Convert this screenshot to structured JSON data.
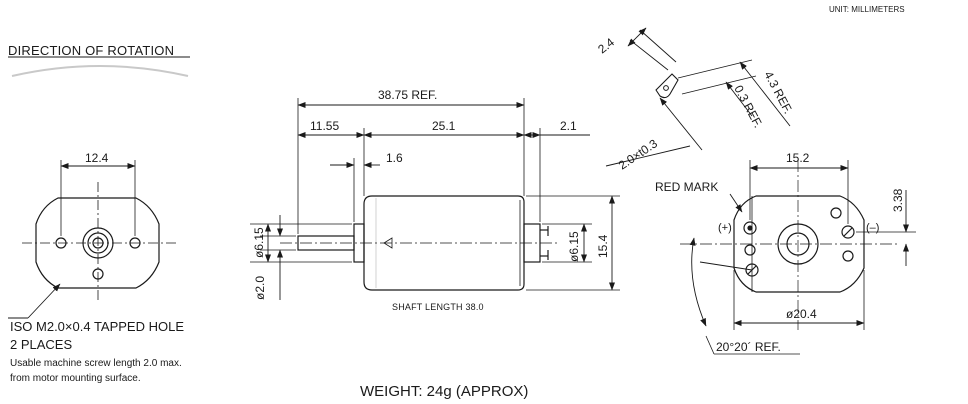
{
  "unit": "UNIT: MILLIMETERS",
  "direction_label": "DIRECTION OF ROTATION",
  "front_view": {
    "dim_width": "12.4",
    "hole_label": "ISO M2.0×0.4 TAPPED HOLE",
    "hole_count": "2 PLACES",
    "note_line1": "Usable machine screw length 2.0 max.",
    "note_line2": "from motor mounting surface."
  },
  "side_view": {
    "overall": "38.75 REF.",
    "shaft_ext": "11.55",
    "body": "25.1",
    "rear": "2.1",
    "boss": "1.6",
    "boss_dia": "ø6.15",
    "shaft_dia": "ø2.0",
    "rear_boss_dia": "ø6.15",
    "height": "15.4",
    "shaft_length": "SHAFT LENGTH  38.0"
  },
  "terminal_detail": {
    "width": "2.4",
    "hole": "2.0×t0.3",
    "thickness": "0.3 REF.",
    "length": "4.3 REF."
  },
  "rear_view": {
    "red_mark": "RED MARK",
    "plus": "(+)",
    "minus": "(–)",
    "width": "15.2",
    "offset": "3.38",
    "diameter": "ø20.4",
    "angle": "20°20´ REF."
  },
  "weight": "WEIGHT: 24g (APPROX)"
}
